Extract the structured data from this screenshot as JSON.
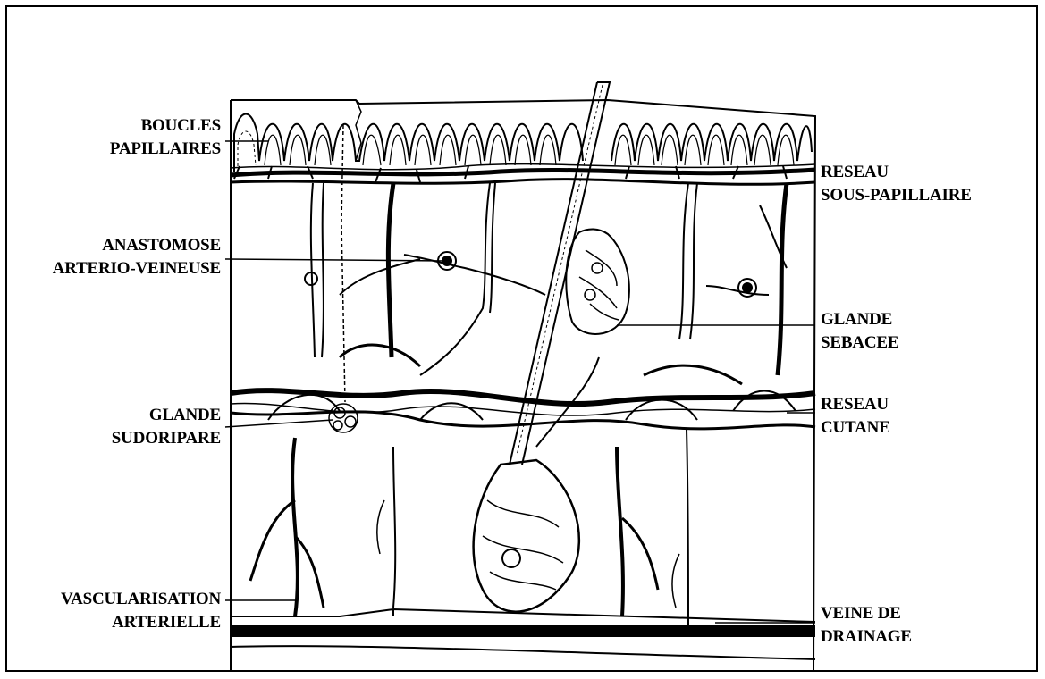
{
  "diagram": {
    "labels": {
      "boucles": [
        "BOUCLES",
        "PAPILLAIRES"
      ],
      "anastomose": [
        "ANASTOMOSE",
        "ARTERIO-VEINEUSE"
      ],
      "sudoripare": [
        "GLANDE",
        "SUDORIPARE"
      ],
      "vascularisation": [
        "VASCULARISATION",
        "ARTERIELLE"
      ],
      "reseau_sous": [
        "RESEAU",
        "SOUS-PAPILLAIRE"
      ],
      "sebacee": [
        "GLANDE",
        "SEBACEE"
      ],
      "reseau_cutane": [
        "RESEAU",
        "CUTANE"
      ],
      "veine": [
        "VEINE DE",
        "DRAINAGE"
      ]
    },
    "colors": {
      "ink": "#000000",
      "paper": "#ffffff"
    }
  }
}
